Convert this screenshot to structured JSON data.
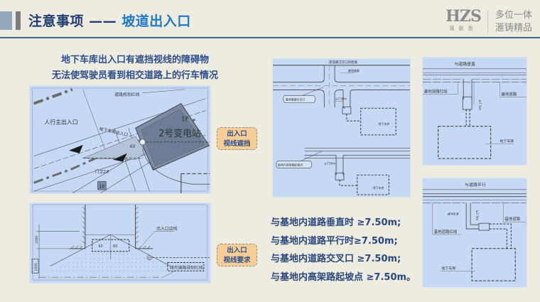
{
  "header": {
    "title_prefix": "注意事项 ——",
    "title_accent": "坡道出入口"
  },
  "logo": {
    "brand": "HZS",
    "brand_cn": "滙張思",
    "slogan_line1": "多位一体",
    "slogan_line2": "滙铸精品"
  },
  "intro": {
    "line1": "地下车库出入口有遮挡视线的障碍物",
    "line2": "无法使驾驶员看到相交道路上的行车情况"
  },
  "site_plan": {
    "road_redline": "道路规划红线",
    "pedestrian_entrance": "人行主出入口",
    "garage_entrance": "地下车库出入口",
    "substation": "2号变电站",
    "floor_1f": "1F",
    "guard_room": "门卫2#",
    "angle": "60"
  },
  "sightline_detail": {
    "dim_2000": "2000",
    "dim_2500": "2500",
    "entrance_line": "出入口边线",
    "city_redline": "城市道路规划红线",
    "angle_left": "60",
    "angle_right": "60"
  },
  "callouts": [
    {
      "line1": "出入口",
      "line2": "视线遮挡"
    },
    {
      "line1": "出入口",
      "line2": "视线要求"
    }
  ],
  "diagram_intersection": {
    "title": "距道路交叉口的距离",
    "road_label": "基地道路",
    "tag_top": "基地道路交叉口",
    "tag_bottom": "基地内高架路起坡点",
    "distance": "≥7.50m",
    "garage": "地下车库"
  },
  "diagram_perpendicular": {
    "title": "与道路垂直",
    "redline": "基地道路红线",
    "road": "基地道路",
    "distance": "≥7.5m",
    "garage": "地下车库"
  },
  "diagram_parallel": {
    "title": "与道路平行",
    "buffer": "缓冲车道",
    "redline": "基地道路红线",
    "road": "基地道路",
    "distance": "≥7.5m",
    "garage": "地下车库"
  },
  "rules": [
    "与基地内道路垂直时 ≥7.50m;",
    "与基地内道路平行时≥7.50m;",
    "与基地内道路交叉口 ≥7.50m;",
    "与基地内高架路起坡点 ≥7.50m。"
  ]
}
